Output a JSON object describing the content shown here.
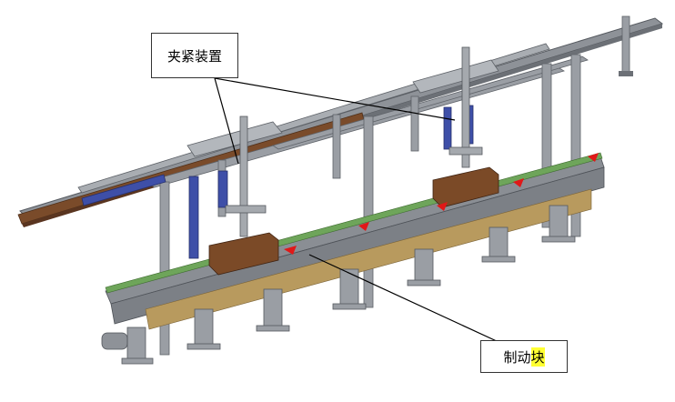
{
  "labels": {
    "clamp_device": "夹紧装置",
    "brake_block_prefix": "制动",
    "brake_block_highlight": "块"
  },
  "colors": {
    "frame_gray": "#9a9ea4",
    "frame_dark": "#5e6268",
    "beam_brown": "#7a4b2a",
    "chain_green": "#6ea55a",
    "plate_tan": "#b89a5e",
    "block_brown": "#7b4a27",
    "bracket_blue": "#3e4fa8",
    "stop_red": "#e01818",
    "highlight_yellow": "#ffff33"
  }
}
